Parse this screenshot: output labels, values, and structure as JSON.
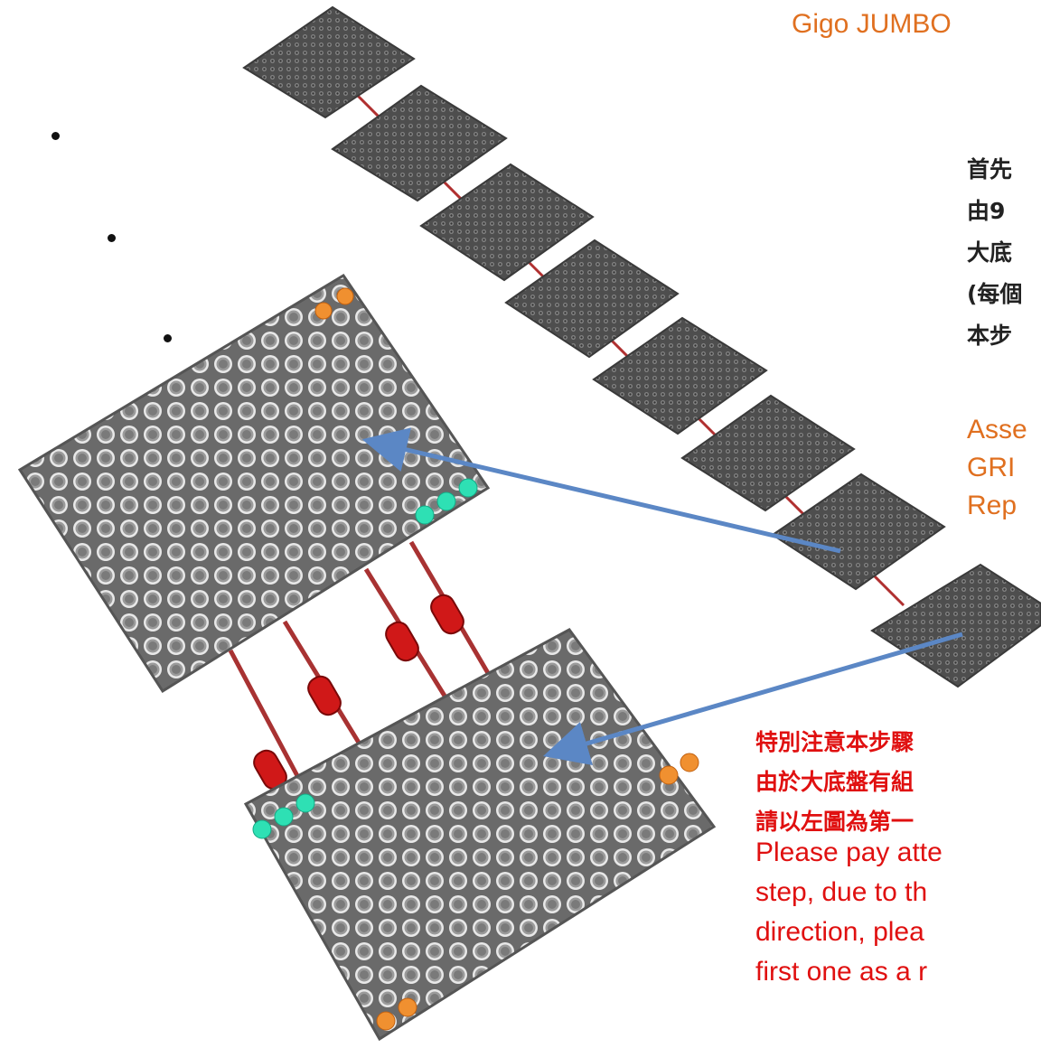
{
  "header": {
    "title_fragment": "Gigo JUMBO"
  },
  "bullets": [
    "",
    "",
    ""
  ],
  "instructions_zh": [
    "首先",
    "由9",
    "大底",
    "(每個",
    "本步"
  ],
  "instructions_en": [
    "Asse",
    "GRI",
    "Rep"
  ],
  "warning_zh": [
    "特別注意本步驟",
    "由於大底盤有組",
    "請以左圖為第一"
  ],
  "warning_en": [
    "Please pay atte",
    "step, due to th",
    "direction, plea",
    "first one as a r"
  ],
  "colors": {
    "orange": "#e07020",
    "red": "#e01010",
    "arrow": "#5b87c5",
    "teal": "#2ee0b4",
    "peg_orange": "#f09030",
    "plate": "#555555",
    "rod": "#b03030"
  }
}
